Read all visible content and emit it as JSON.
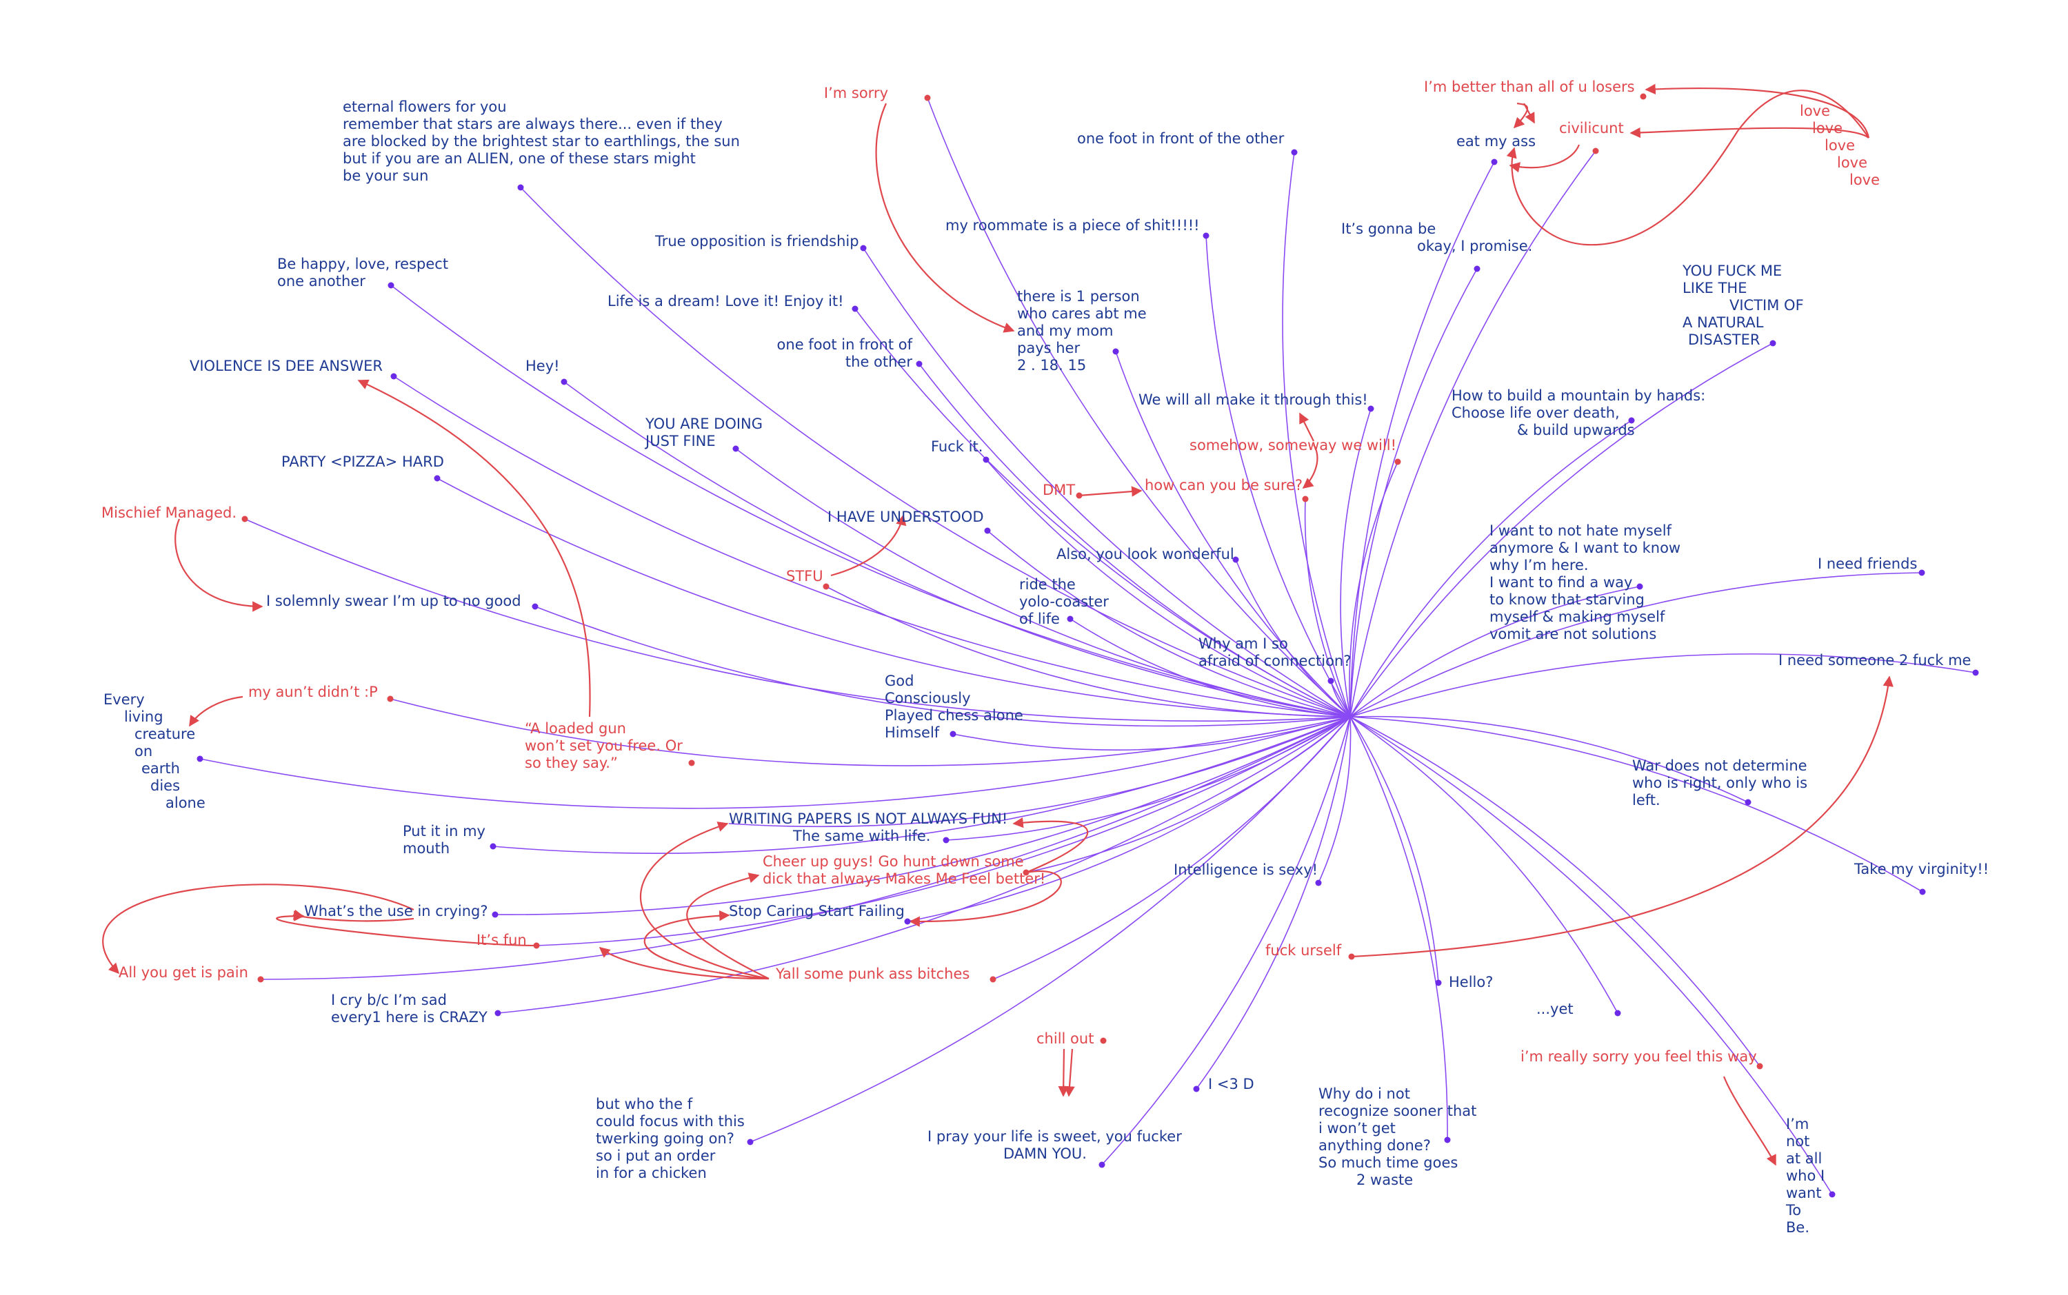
{
  "colors": {
    "blue": "#1f3a93",
    "red": "#e0474c",
    "purple": "#8a4af3",
    "dot_blue": "#6b2ae8",
    "dot_red": "#e0474c"
  },
  "labels": [
    {
      "id": "sorry",
      "color": "red",
      "lines": [
        "I’m sorry"
      ]
    },
    {
      "id": "eternal",
      "color": "blue",
      "lines": [
        "eternal flowers for you",
        "remember that stars are always there... even if they",
        "are blocked by the brightest star to earthlings, the sun",
        "but if you are an ALIEN, one of these stars might",
        "be your sun"
      ]
    },
    {
      "id": "onefoot1",
      "color": "blue",
      "lines": [
        "one foot in front of the other"
      ]
    },
    {
      "id": "roommate",
      "color": "blue",
      "lines": [
        "my roommate is a piece of shit!!!!!"
      ]
    },
    {
      "id": "gonnabe",
      "color": "blue",
      "lines": [
        "It’s gonna be",
        "okay, I promise."
      ]
    },
    {
      "id": "better",
      "color": "red",
      "lines": [
        "I’m better than all of u losers"
      ]
    },
    {
      "id": "civilicunt",
      "color": "red",
      "lines": [
        "civilicunt"
      ]
    },
    {
      "id": "eatmyass",
      "color": "blue",
      "lines": [
        "eat my ass"
      ]
    },
    {
      "id": "love",
      "color": "red",
      "lines": [
        "love",
        "love",
        "love",
        "love",
        "love"
      ]
    },
    {
      "id": "opposition",
      "color": "blue",
      "lines": [
        "True opposition is friendship"
      ]
    },
    {
      "id": "behappy",
      "color": "blue",
      "lines": [
        "Be happy, love, respect",
        "one another"
      ]
    },
    {
      "id": "lifedream",
      "color": "blue",
      "lines": [
        "Life is a dream! Love it! Enjoy it!"
      ]
    },
    {
      "id": "oneperson",
      "color": "blue",
      "lines": [
        "there is 1 person",
        "who cares abt me",
        "and my mom",
        "pays her",
        "2 . 18. 15"
      ]
    },
    {
      "id": "youfuckme",
      "color": "blue",
      "lines": [
        "YOU FUCK ME",
        "LIKE THE",
        "VICTIM OF",
        "A NATURAL",
        "DISASTER"
      ]
    },
    {
      "id": "violence",
      "color": "blue",
      "lines": [
        "VIOLENCE IS DEE ANSWER"
      ]
    },
    {
      "id": "hey",
      "color": "blue",
      "lines": [
        "Hey!"
      ]
    },
    {
      "id": "onefoot2",
      "color": "blue",
      "lines": [
        "one foot in front of",
        "the other"
      ]
    },
    {
      "id": "makeit",
      "color": "blue",
      "lines": [
        "We will all make it through this!"
      ]
    },
    {
      "id": "mountain",
      "color": "blue",
      "lines": [
        "How to build a mountain by hands:",
        "Choose life over death,",
        "& build upwards"
      ]
    },
    {
      "id": "doingfine",
      "color": "blue",
      "lines": [
        "YOU ARE DOING",
        "JUST FINE"
      ]
    },
    {
      "id": "someway",
      "color": "red",
      "lines": [
        "somehow, someway we will!"
      ]
    },
    {
      "id": "party",
      "color": "blue",
      "lines": [
        "PARTY <PIZZA> HARD"
      ]
    },
    {
      "id": "fuckit",
      "color": "blue",
      "lines": [
        "Fuck it."
      ]
    },
    {
      "id": "dmt",
      "color": "red",
      "lines": [
        "DMT"
      ]
    },
    {
      "id": "besure",
      "color": "red",
      "lines": [
        "how can you be sure?"
      ]
    },
    {
      "id": "mischief",
      "color": "red",
      "lines": [
        "Mischief Managed."
      ]
    },
    {
      "id": "understood",
      "color": "blue",
      "lines": [
        "I HAVE UNDERSTOOD"
      ]
    },
    {
      "id": "wonderful",
      "color": "blue",
      "lines": [
        "Also, you look wonderful"
      ]
    },
    {
      "id": "nothate",
      "color": "blue",
      "lines": [
        "I want to not hate myself",
        "anymore & I want to know",
        "why I’m here.",
        "I want to find a way",
        "to know that starving",
        "myself & making myself",
        "vomit are not solutions"
      ]
    },
    {
      "id": "needfriends",
      "color": "blue",
      "lines": [
        "I need friends"
      ]
    },
    {
      "id": "stfu",
      "color": "red",
      "lines": [
        "STFU"
      ]
    },
    {
      "id": "yolo",
      "color": "blue",
      "lines": [
        "ride the",
        "yolo-coaster",
        "of life"
      ]
    },
    {
      "id": "solemnly",
      "color": "blue",
      "lines": [
        "I solemnly swear I’m up to no good"
      ]
    },
    {
      "id": "connection",
      "color": "blue",
      "lines": [
        "Why am I so",
        "afraid of connection?"
      ]
    },
    {
      "id": "needsomeone",
      "color": "blue",
      "lines": [
        "I need someone 2 fuck me"
      ]
    },
    {
      "id": "aunt",
      "color": "red",
      "lines": [
        "my aun’t didn’t :P"
      ]
    },
    {
      "id": "creature",
      "color": "blue",
      "lines": [
        "Every",
        "living",
        "creature",
        "on",
        "earth",
        "dies",
        "alone"
      ]
    },
    {
      "id": "god",
      "color": "blue",
      "lines": [
        "God",
        "Consciously",
        "Played chess alone",
        "Himself"
      ]
    },
    {
      "id": "loadedgun",
      "color": "red",
      "lines": [
        "“A loaded gun",
        "won’t set you free. Or",
        "so they say.”"
      ]
    },
    {
      "id": "war",
      "color": "blue",
      "lines": [
        "War does not determine",
        "who is right, only who is",
        "left."
      ]
    },
    {
      "id": "putit",
      "color": "blue",
      "lines": [
        "Put it in my",
        "mouth"
      ]
    },
    {
      "id": "writing",
      "color": "blue",
      "lines": [
        "WRITING PAPERS IS NOT ALWAYS FUN!"
      ]
    },
    {
      "id": "samewith",
      "color": "blue",
      "lines": [
        "The same with life."
      ]
    },
    {
      "id": "cheerup",
      "color": "red",
      "lines": [
        "Cheer up guys! Go hunt down some",
        "dick that always Makes Me Feel better!"
      ]
    },
    {
      "id": "intelligence",
      "color": "blue",
      "lines": [
        "Intelligence is sexy!"
      ]
    },
    {
      "id": "virginity",
      "color": "blue",
      "lines": [
        "Take my virginity!!"
      ]
    },
    {
      "id": "crying",
      "color": "blue",
      "lines": [
        "What’s the use in crying?"
      ]
    },
    {
      "id": "stopcaring",
      "color": "blue",
      "lines": [
        "Stop Caring Start Failing"
      ]
    },
    {
      "id": "itsfun",
      "color": "red",
      "lines": [
        "It’s fun"
      ]
    },
    {
      "id": "fuckurself",
      "color": "red",
      "lines": [
        "fuck urself"
      ]
    },
    {
      "id": "pain",
      "color": "red",
      "lines": [
        "All you get is pain"
      ]
    },
    {
      "id": "punkass",
      "color": "red",
      "lines": [
        "Yall some punk ass bitches"
      ]
    },
    {
      "id": "hello",
      "color": "blue",
      "lines": [
        "Hello?"
      ]
    },
    {
      "id": "crysad",
      "color": "blue",
      "lines": [
        "I cry b/c I’m sad",
        "every1 here is CRAZY"
      ]
    },
    {
      "id": "yet",
      "color": "blue",
      "lines": [
        "...yet"
      ]
    },
    {
      "id": "chillout",
      "color": "red",
      "lines": [
        "chill out"
      ]
    },
    {
      "id": "reallysorry",
      "color": "red",
      "lines": [
        "i’m really sorry you feel this way"
      ]
    },
    {
      "id": "i3d",
      "color": "blue",
      "lines": [
        "I <3 D"
      ]
    },
    {
      "id": "whodoi",
      "color": "blue",
      "lines": [
        "Why do i not",
        "recognize sooner that",
        "i won’t get",
        "anything done?",
        "So much time goes",
        "2 waste"
      ]
    },
    {
      "id": "twerking",
      "color": "blue",
      "lines": [
        "but who the f",
        "could focus with this",
        "twerking going on?",
        "so i put an order",
        "in for a chicken"
      ]
    },
    {
      "id": "prayyourlife",
      "color": "blue",
      "lines": [
        "I pray your life is sweet, you fucker",
        "DAMN YOU."
      ]
    },
    {
      "id": "imnot",
      "color": "blue",
      "lines": [
        "I’m",
        "not",
        "at all",
        "who I",
        "want",
        "To",
        "Be."
      ]
    }
  ]
}
